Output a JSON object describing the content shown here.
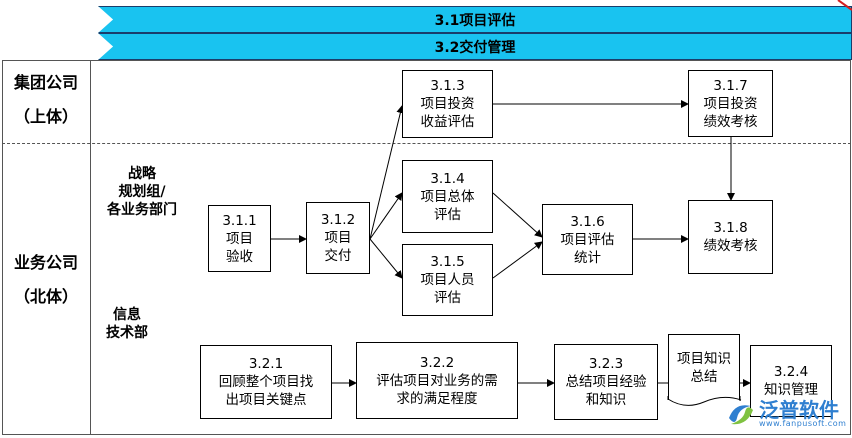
{
  "header": {
    "band1": "3.1项目评估",
    "band2": "3.2交付管理"
  },
  "lanes": {
    "group": {
      "line1": "集团公司",
      "line2": "（上体）"
    },
    "business": {
      "line1": "业务公司",
      "line2": "（北体）"
    },
    "strategy": {
      "line1": "战略",
      "line2": "规划组/",
      "line3": "各业务部门"
    },
    "it": {
      "line1": "信息",
      "line2": "技术部"
    }
  },
  "boxes": {
    "b311": {
      "num": "3.1.1",
      "l1": "项目",
      "l2": "验收"
    },
    "b312": {
      "num": "3.1.2",
      "l1": "项目",
      "l2": "交付"
    },
    "b313": {
      "num": "3.1.3",
      "l1": "项目投资",
      "l2": "收益评估"
    },
    "b314": {
      "num": "3.1.4",
      "l1": "项目总体",
      "l2": "评估"
    },
    "b315": {
      "num": "3.1.5",
      "l1": "项目人员",
      "l2": "评估"
    },
    "b316": {
      "num": "3.1.6",
      "l1": "项目评估",
      "l2": "统计"
    },
    "b317": {
      "num": "3.1.7",
      "l1": "项目投资",
      "l2": "绩效考核"
    },
    "b318": {
      "num": "3.1.8",
      "l1": "绩效考核"
    },
    "b321": {
      "num": "3.2.1",
      "l1": "回顾整个项目找",
      "l2": "出项目关键点"
    },
    "b322": {
      "num": "3.2.2",
      "l1": "评估项目对业务的需",
      "l2": "求的满足程度"
    },
    "b323": {
      "num": "3.2.3",
      "l1": "总结项目经验",
      "l2": "和知识"
    },
    "doc": {
      "l1": "项目知识",
      "l2": "总结"
    },
    "b324": {
      "num": "3.2.4",
      "l1": "知识管理"
    }
  },
  "watermark": {
    "name": "泛普软件",
    "url": "www.fanpusoft.com"
  },
  "colors": {
    "band": "#19c3f0",
    "watermark": "#2f7fd0"
  }
}
